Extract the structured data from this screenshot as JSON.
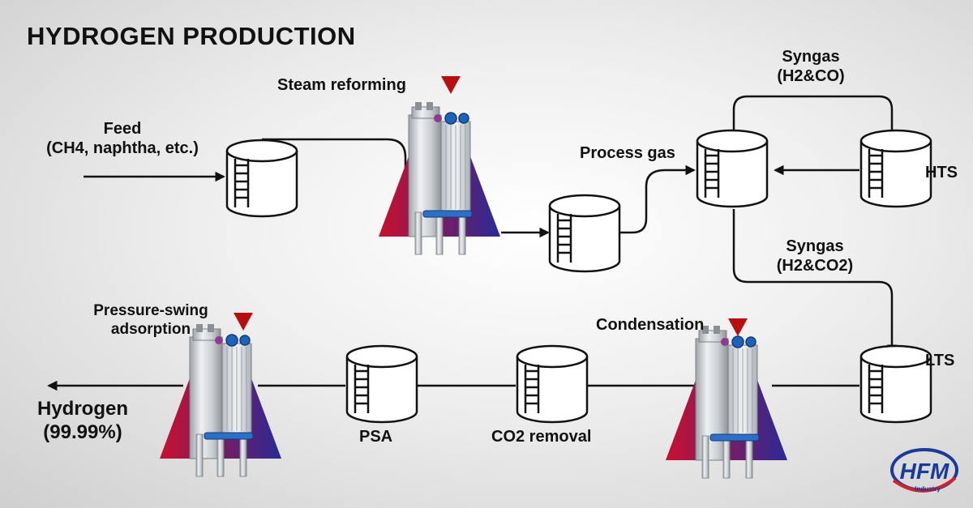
{
  "title": "HYDROGEN PRODUCTION",
  "labels": {
    "feed_line1": "Feed",
    "feed_line2": "(CH4, naphtha, etc.)",
    "steam_reforming": "Steam reforming",
    "process_gas": "Process gas",
    "syngas_hts_line1": "Syngas",
    "syngas_hts_line2": "(H2&CO)",
    "hts": "HTS",
    "syngas_lts_line1": "Syngas",
    "syngas_lts_line2": "(H2&CO2)",
    "lts": "LTS",
    "condensation": "Condensation",
    "co2_removal": "CO2 removal",
    "psa": "PSA",
    "psa_full_line1": "Pressure-swing",
    "psa_full_line2": "adsorption",
    "product_line1": "Hydrogen",
    "product_line2": "(99.99%)"
  },
  "logo": {
    "text": "HFM",
    "subtext": "Industry"
  },
  "colors": {
    "marker": "#b50f0f",
    "triangle_red": "#c8102e",
    "triangle_blue": "#2a2a96",
    "line": "#111111",
    "logo_blue": "#1a3a9a",
    "logo_red": "#d2232a"
  }
}
